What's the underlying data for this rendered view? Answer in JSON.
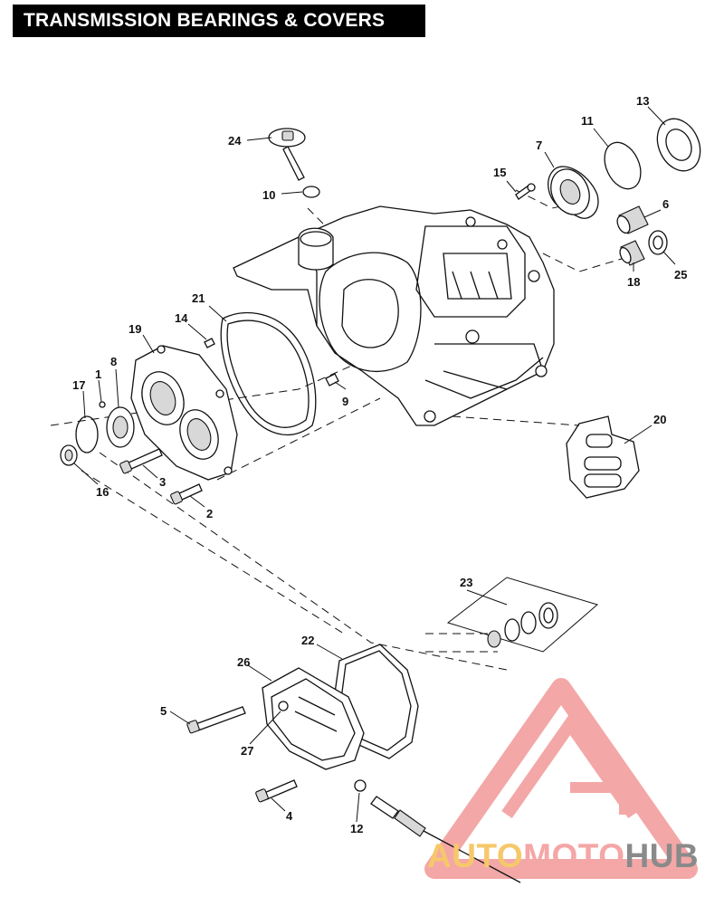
{
  "title": "TRANSMISSION BEARINGS & COVERS",
  "callouts": [
    "1",
    "2",
    "3",
    "4",
    "5",
    "6",
    "7",
    "8",
    "9",
    "10",
    "11",
    "12",
    "13",
    "14",
    "15",
    "16",
    "17",
    "18",
    "19",
    "20",
    "21",
    "22",
    "23",
    "24",
    "25",
    "26",
    "27"
  ],
  "watermark": {
    "part1": "AUTO",
    "part2": "MOTO",
    "part3": "HUB",
    "color_auto": "#f6c86a",
    "color_moto": "#f5a6a6",
    "color_hub": "#8a8a8a",
    "logo_color": "#f08a8a"
  }
}
